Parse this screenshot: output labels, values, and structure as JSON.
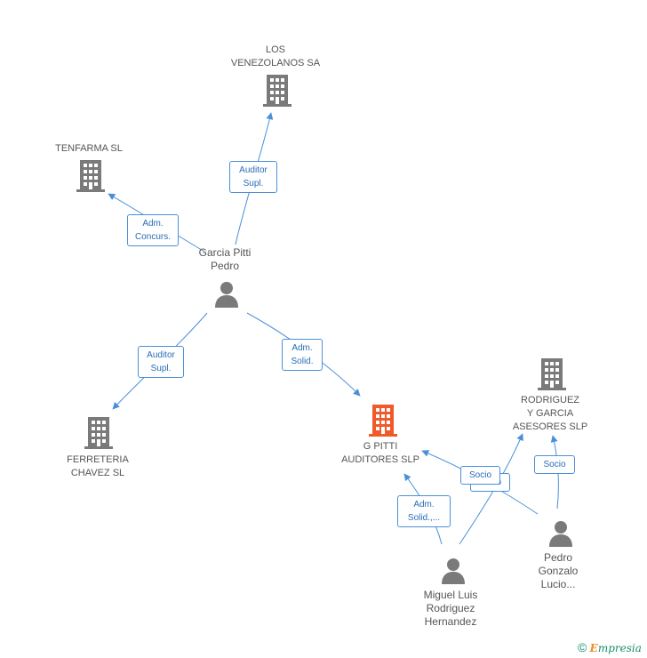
{
  "colors": {
    "company": "#7a7a7a",
    "company_main": "#f0592a",
    "person": "#7a7a7a",
    "edge": "#4a90d9",
    "edge_text": "#2a6db5"
  },
  "nodes": {
    "los_venezolanos": {
      "label": "LOS\nVENEZOLANOS SA",
      "icon": "building-icon"
    },
    "tenfarma": {
      "label": "TENFARMA SL",
      "icon": "building-icon"
    },
    "garcia_pitti": {
      "label": "Garcia Pitti\nPedro",
      "icon": "person-icon"
    },
    "ferreteria": {
      "label": "FERRETERIA\nCHAVEZ SL",
      "icon": "building-icon"
    },
    "g_pitti": {
      "label": "G PITTI\nAUDITORES SLP",
      "icon": "building-icon"
    },
    "rodriguez_garcia": {
      "label": "RODRIGUEZ\nY GARCIA\nASESORES SLP",
      "icon": "building-icon"
    },
    "miguel_luis": {
      "label": "Miguel Luis\nRodriguez\nHernandez",
      "icon": "person-icon"
    },
    "pedro_gonzalo": {
      "label": "Pedro\nGonzalo\nLucio...",
      "icon": "person-icon"
    }
  },
  "edges": {
    "auditor_supl_los": "Auditor\nSupl.",
    "adm_concurs": "Adm.\nConcurs.",
    "auditor_supl_ferreteria": "Auditor\nSupl.",
    "adm_solid": "Adm.\nSolid.",
    "adm_solid_miguel": "Adm.\nSolid.,...",
    "socio_miguel_gpitti": "Socio",
    "socio_pedro_gpitti": "Socio",
    "socio_pedro_rodriguez": "Socio"
  },
  "footer": {
    "copyright": "©",
    "brand_initial": "E",
    "brand_rest": "mpresia"
  }
}
